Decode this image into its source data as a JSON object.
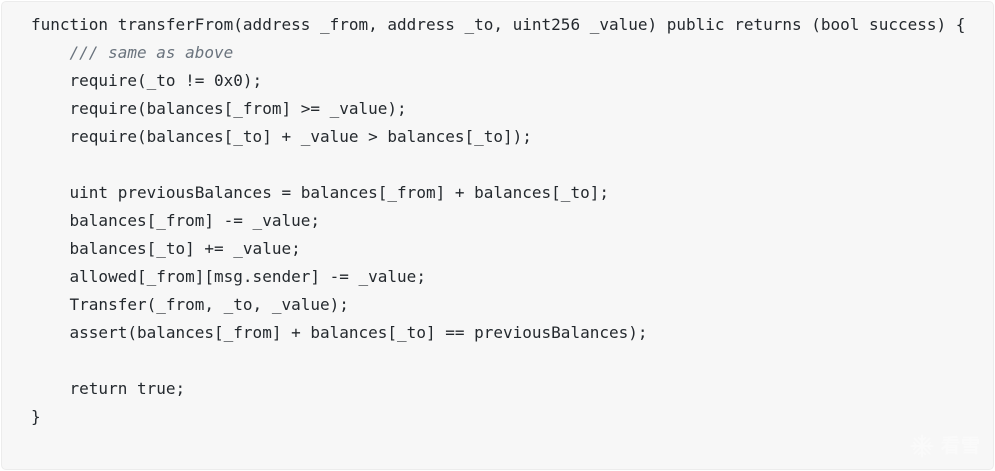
{
  "panel": {
    "background_color": "#f7f7f7",
    "border_color": "#ececec",
    "text_color": "#24292e",
    "comment_color": "#6a737d"
  },
  "code": {
    "language": "solidity",
    "lines": [
      {
        "id": "line-1",
        "text": "function transferFrom(address _from, address _to, uint256 _value) public returns (bool success) {",
        "type": "code"
      },
      {
        "id": "line-2",
        "text": "    /// same as above",
        "type": "comment"
      },
      {
        "id": "line-3",
        "text": "    require(_to != 0x0);",
        "type": "code"
      },
      {
        "id": "line-4",
        "text": "    require(balances[_from] >= _value);",
        "type": "code"
      },
      {
        "id": "line-5",
        "text": "    require(balances[_to] + _value > balances[_to]);",
        "type": "code"
      },
      {
        "id": "line-6",
        "text": "",
        "type": "blank"
      },
      {
        "id": "line-7",
        "text": "    uint previousBalances = balances[_from] + balances[_to];",
        "type": "code"
      },
      {
        "id": "line-8",
        "text": "    balances[_from] -= _value;",
        "type": "code"
      },
      {
        "id": "line-9",
        "text": "    balances[_to] += _value;",
        "type": "code"
      },
      {
        "id": "line-10",
        "text": "    allowed[_from][msg.sender] -= _value;",
        "type": "code"
      },
      {
        "id": "line-11",
        "text": "    Transfer(_from, _to, _value);",
        "type": "code"
      },
      {
        "id": "line-12",
        "text": "    assert(balances[_from] + balances[_to] == previousBalances);",
        "type": "code"
      },
      {
        "id": "line-13",
        "text": "",
        "type": "blank"
      },
      {
        "id": "line-14",
        "text": "    return true;",
        "type": "code"
      },
      {
        "id": "line-15",
        "text": "}",
        "type": "code"
      }
    ]
  },
  "watermark": {
    "icon": "snowflake-icon",
    "text": "看雪",
    "color": "#fdfdfd"
  }
}
